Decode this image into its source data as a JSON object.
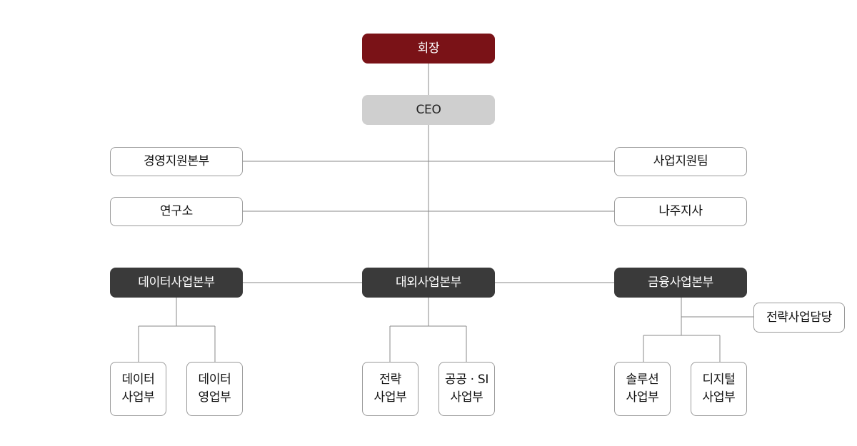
{
  "chart": {
    "chairman": "회장",
    "ceo": "CEO",
    "staff_left": [
      "경영지원본부",
      "연구소"
    ],
    "staff_right": [
      "사업지원팀",
      "나주지사"
    ],
    "divisions": [
      {
        "name": "데이터사업본부",
        "departments": [
          {
            "line1": "데이터",
            "line2": "사업부"
          },
          {
            "line1": "데이터",
            "line2": "영업부"
          }
        ]
      },
      {
        "name": "대외사업본부",
        "departments": [
          {
            "line1": "전략",
            "line2": "사업부"
          },
          {
            "line1": "공공 · SI",
            "line2": "사업부"
          }
        ]
      },
      {
        "name": "금융사업본부",
        "side_unit": "전략사업담당",
        "departments": [
          {
            "line1": "솔루션",
            "line2": "사업부"
          },
          {
            "line1": "디지털",
            "line2": "사업부"
          }
        ]
      }
    ]
  },
  "colors": {
    "chairman_bg": "#7a1217",
    "ceo_bg": "#cfcfcf",
    "division_bg": "#3a3a3a",
    "line": "#8a8a8a"
  }
}
